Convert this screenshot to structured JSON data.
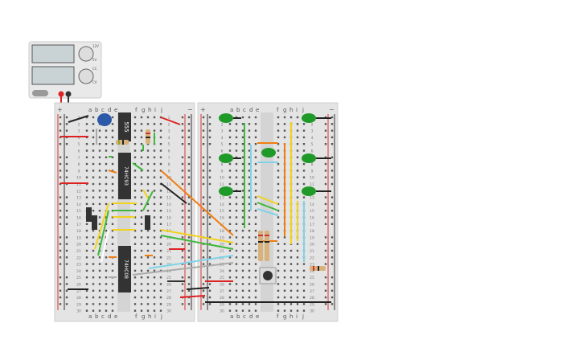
{
  "power_supply": {
    "name": "bench-power-supply",
    "knob_labels": [
      "12V",
      "5V",
      "CC",
      "CV"
    ],
    "terminal_labels": [
      "+",
      "−"
    ]
  },
  "breadboard_left": {
    "column_letters_left": [
      "a",
      "b",
      "c",
      "d",
      "e"
    ],
    "column_letters_right": [
      "f",
      "g",
      "h",
      "i",
      "j"
    ],
    "rail_plus": "+",
    "rail_minus": "−",
    "rows": 30
  },
  "breadboard_right": {
    "column_letters_left": [
      "a",
      "b",
      "c",
      "d",
      "e"
    ],
    "column_letters_right": [
      "f",
      "g",
      "h",
      "i",
      "j"
    ],
    "rail_plus": "+",
    "rail_minus": "−",
    "rows": 30
  },
  "chips": [
    {
      "label": "555",
      "name": "ic-555"
    },
    {
      "label": "74HC93",
      "name": "ic-74hc93"
    },
    {
      "label": "74HC08",
      "name": "ic-74hc08"
    }
  ],
  "colors": {
    "board": "#e4e4e4",
    "rail_red": "#d33",
    "rail_blue": "#333",
    "wire_yellow": "#f2d21b",
    "wire_green": "#3fb83c",
    "wire_orange": "#ef7d12",
    "wire_cyan": "#7fd3e8",
    "wire_black": "#222",
    "led_green": "#1f9a28",
    "chip": "#333"
  }
}
